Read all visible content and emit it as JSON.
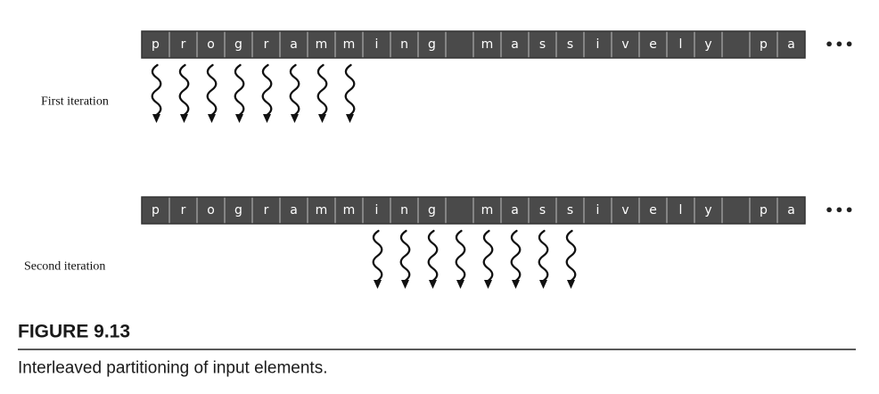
{
  "strip": {
    "cells": [
      "p",
      "r",
      "o",
      "g",
      "r",
      "a",
      "m",
      "m",
      "i",
      "n",
      "g",
      "",
      "m",
      "a",
      "s",
      "s",
      "i",
      "v",
      "e",
      "l",
      "y",
      "",
      "p",
      "a"
    ],
    "ellipsis": "•••"
  },
  "rows": [
    {
      "label": "First iteration",
      "first_thread_cell": 0,
      "thread_count": 8
    },
    {
      "label": "Second iteration",
      "first_thread_cell": 8,
      "thread_count": 8
    }
  ],
  "figure": {
    "number": "FIGURE 9.13",
    "caption": "Interleaved partitioning of input elements."
  }
}
